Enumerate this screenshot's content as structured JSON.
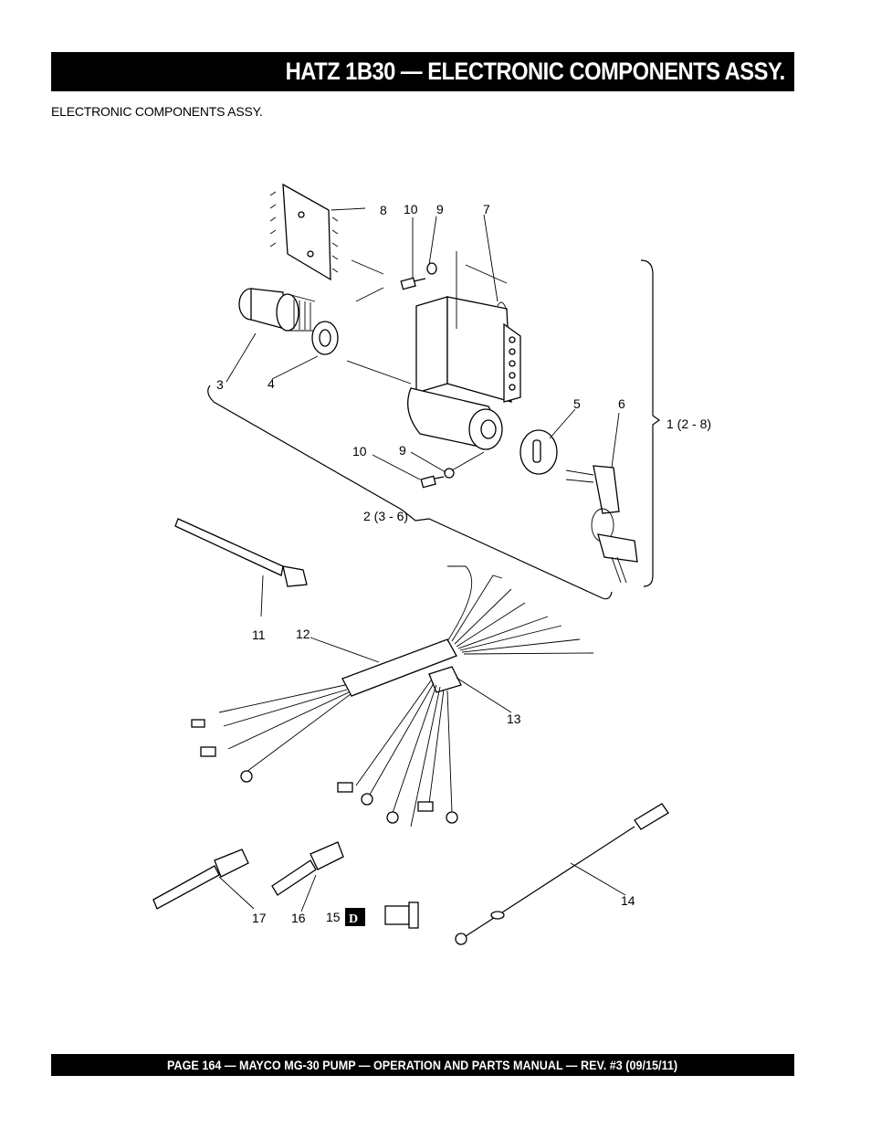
{
  "header": {
    "title": "HATZ 1B30 — ELECTRONIC COMPONENTS ASSY."
  },
  "section": {
    "subtitle": "ELECTRONIC COMPONENTS ASSY."
  },
  "callouts": {
    "c8": "8",
    "c10a": "10",
    "c9a": "9",
    "c7": "7",
    "c3": "3",
    "c4": "4",
    "c5": "5",
    "c6": "6",
    "c1": "1 (2 - 8)",
    "c10b": "10",
    "c9b": "9",
    "c2": "2 (3 - 6)",
    "c11": "11",
    "c12": "12",
    "c13": "13",
    "c14": "14",
    "c17": "17",
    "c16": "16",
    "c15": "15",
    "badge15": "D"
  },
  "footer": {
    "text": "PAGE 164 — MAYCO  MG-30 PUMP — OPERATION AND PARTS MANUAL — REV. #3 (09/15/11)"
  }
}
